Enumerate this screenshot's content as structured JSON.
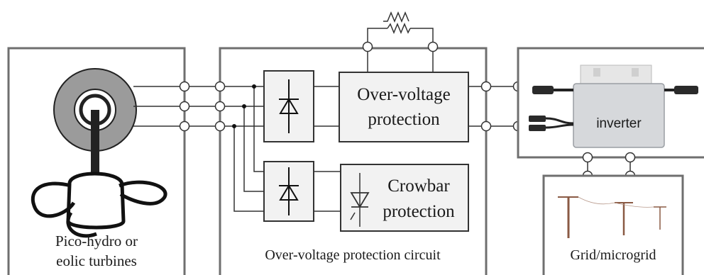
{
  "blocks": {
    "turbine": {
      "label_line1": "Pico-hydro or",
      "label_line2": "eolic turbines"
    },
    "protection_circuit": {
      "label": "Over-voltage protection circuit"
    },
    "overvoltage": {
      "label_line1": "Over-voltage",
      "label_line2": "protection"
    },
    "crowbar": {
      "label_line1": "Crowbar",
      "label_line2": "protection"
    },
    "inverter": {
      "label": "inverter"
    },
    "grid": {
      "label": "Grid/microgrid"
    }
  },
  "colors": {
    "frame": "#6f6f6f",
    "wire": "#333333",
    "block_fill": "#f2f2f2",
    "inverter_fill": "#d6d8db",
    "pole": "#8a5a44"
  }
}
